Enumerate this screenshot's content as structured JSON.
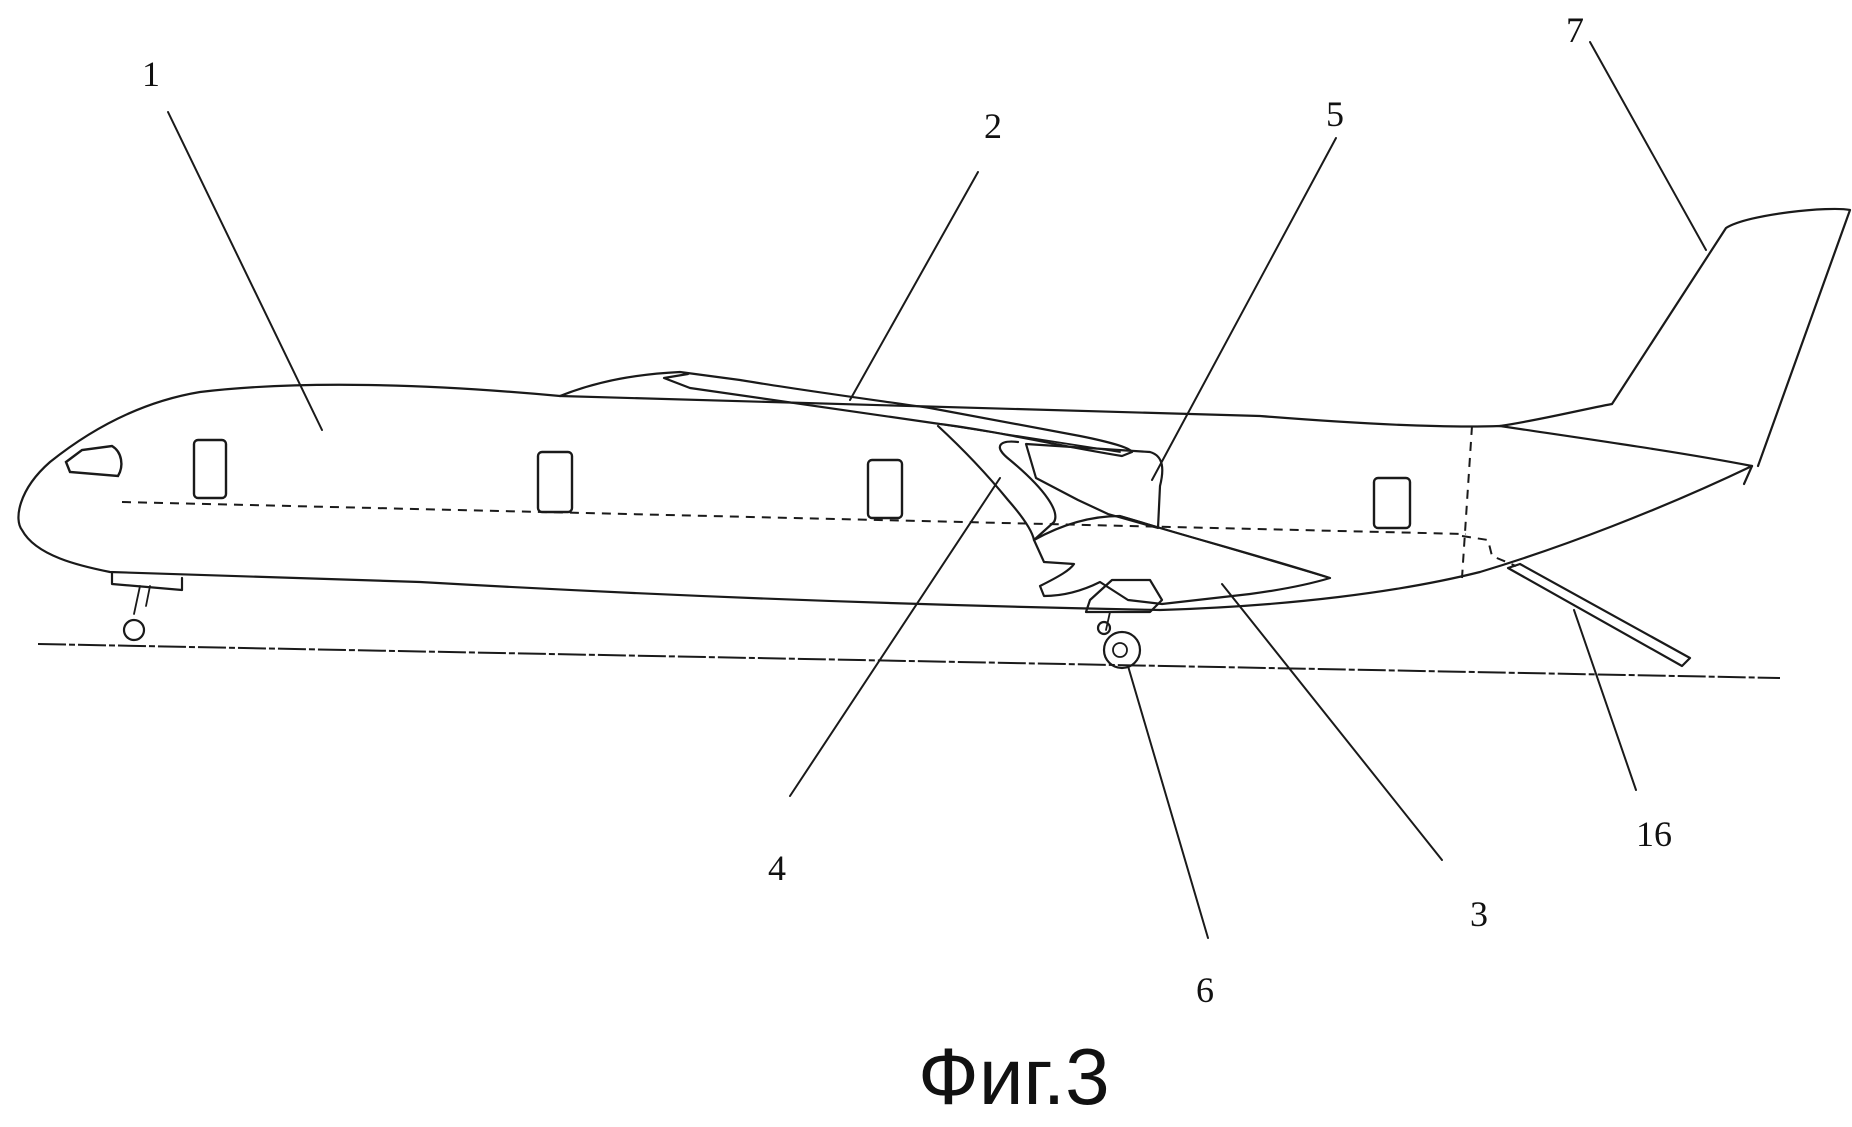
{
  "labels": {
    "n1": "1",
    "n2": "2",
    "n3": "3",
    "n4": "4",
    "n5": "5",
    "n6": "6",
    "n7": "7",
    "n16": "16"
  },
  "caption": "Фиг.3"
}
